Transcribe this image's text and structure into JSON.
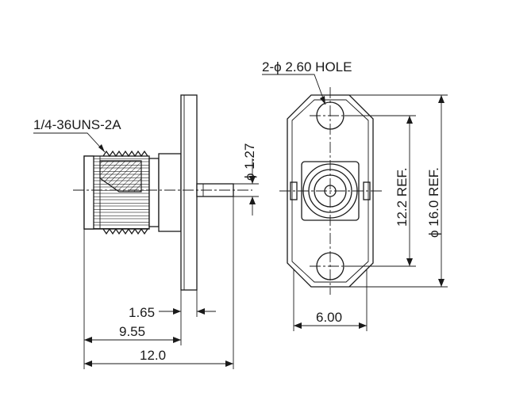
{
  "labels": {
    "thread": "1/4-36UNS-2A",
    "pin_dia": "ϕ 1.27",
    "flange_thk": "1.65",
    "body_len": "9.55",
    "overall_len": "12.0",
    "holes": "2-ϕ 2.60 HOLE",
    "hole_spacing": "12.2 REF.",
    "flange_dia": "ϕ 16.0 REF.",
    "flange_width": "6.00"
  }
}
